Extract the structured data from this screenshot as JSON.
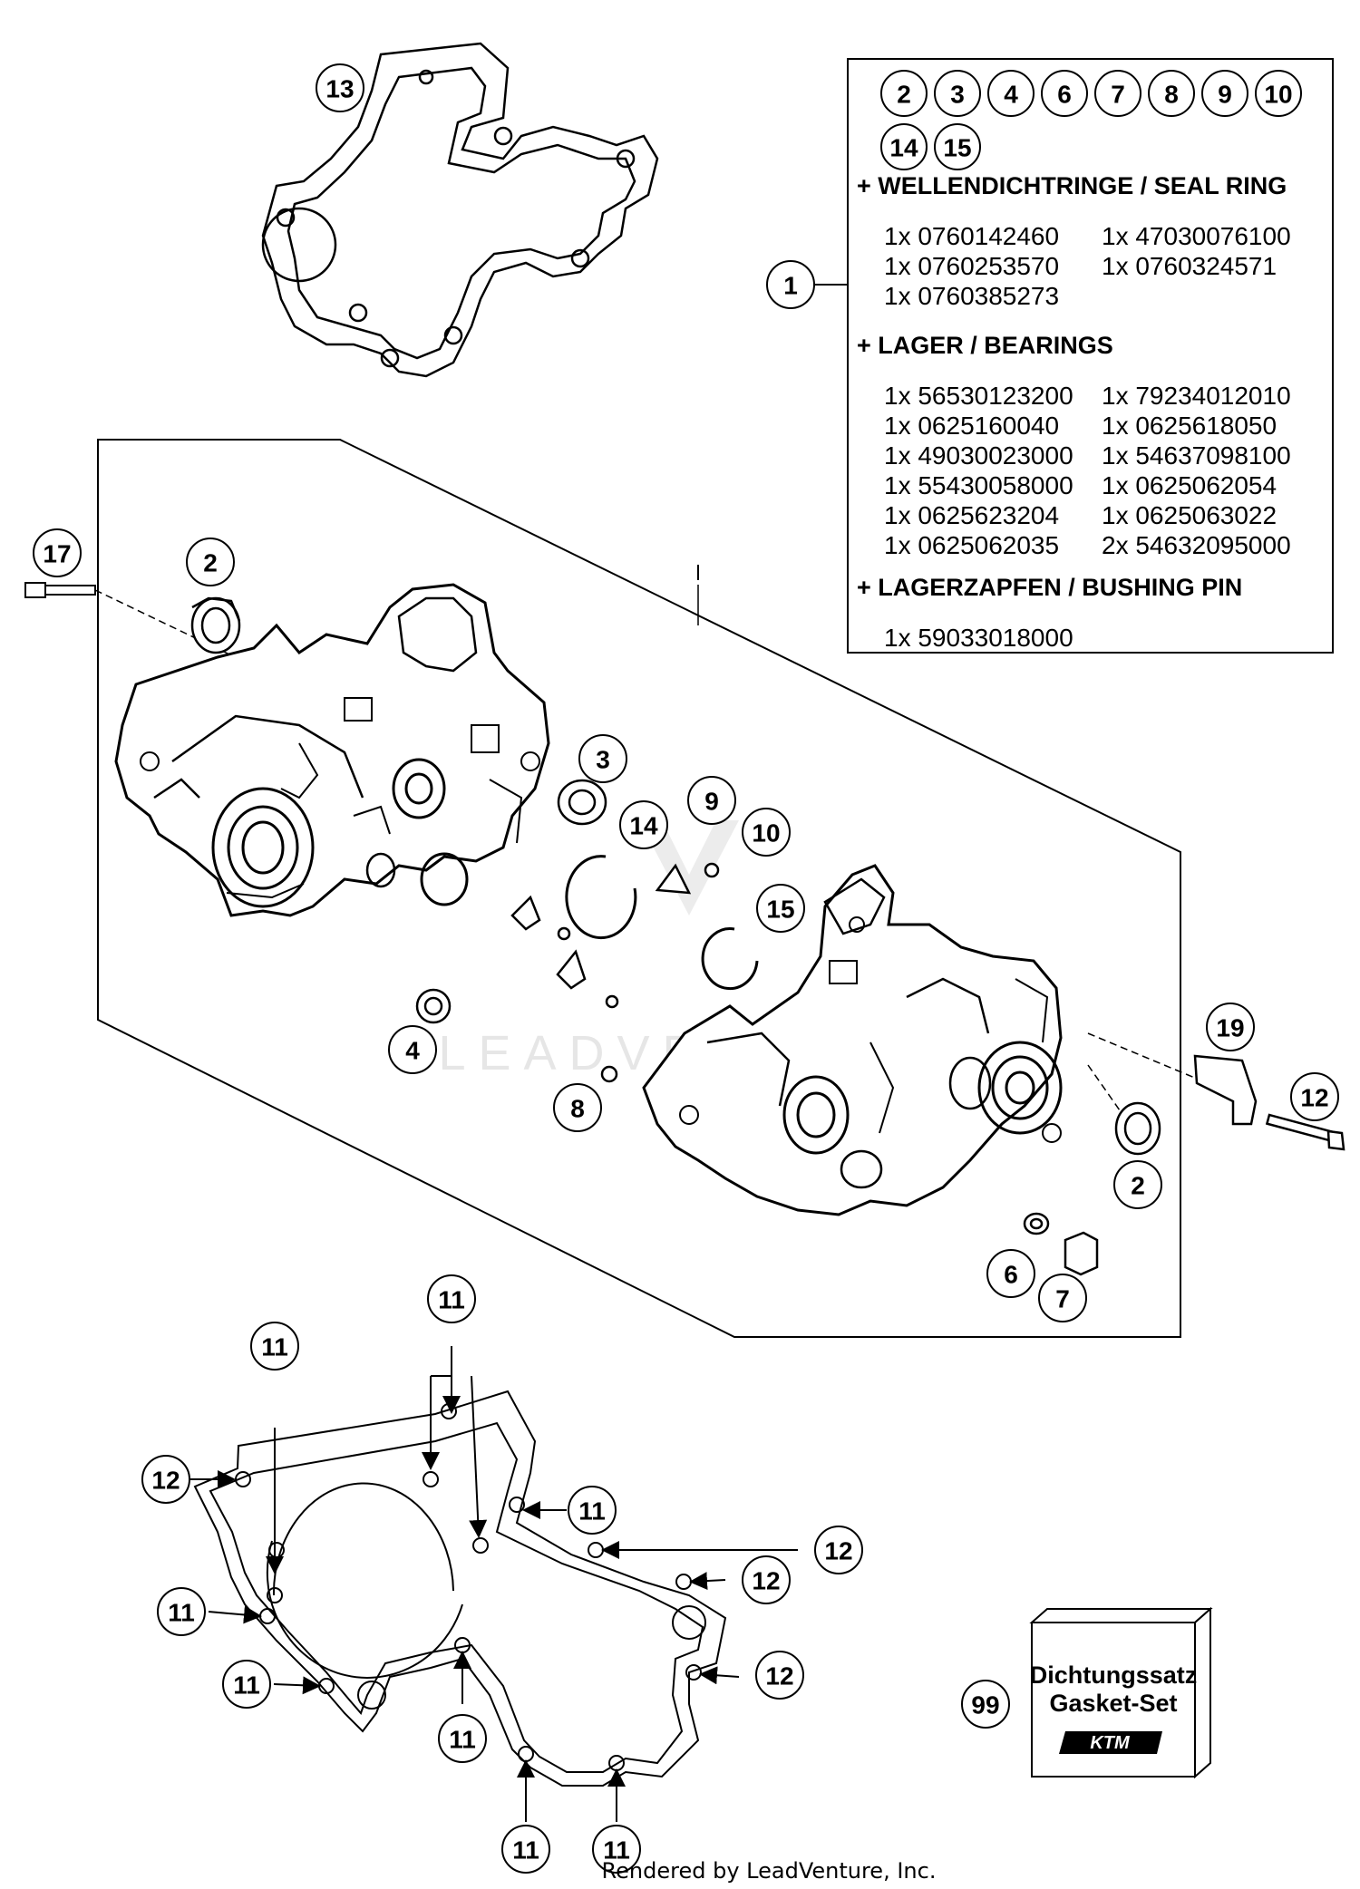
{
  "info_box": {
    "circled_numbers_row1": [
      "2",
      "3",
      "4",
      "6",
      "7",
      "8",
      "9",
      "10"
    ],
    "circled_numbers_row2": [
      "14",
      "15"
    ],
    "callout": "1",
    "sections": [
      {
        "heading": "+ WELLENDICHTRINGE / SEAL RING",
        "rows": [
          [
            "1x 0760142460",
            "1x 47030076100"
          ],
          [
            "1x 0760253570",
            "1x 0760324571"
          ],
          [
            "1x 0760385273",
            ""
          ]
        ]
      },
      {
        "heading": "+ LAGER / BEARINGS",
        "rows": [
          [
            "1x 56530123200",
            "1x 79234012010"
          ],
          [
            "1x 0625160040",
            "1x 0625618050"
          ],
          [
            "1x 49030023000",
            "1x 54637098100"
          ],
          [
            "1x 55430058000",
            "1x 0625062054"
          ],
          [
            "1x 0625623204",
            "1x 0625063022"
          ],
          [
            "1x 0625062035",
            "2x 54632095000"
          ]
        ]
      },
      {
        "heading": "+ LAGERZAPFEN / BUSHING PIN",
        "rows": [
          [
            "1x 59033018000",
            ""
          ]
        ]
      }
    ]
  },
  "callouts": {
    "c13": "13",
    "c1": "1",
    "c17": "17",
    "c2a": "2",
    "c3": "3",
    "c14": "14",
    "c9": "9",
    "c10": "10",
    "c15": "15",
    "c4": "4",
    "c8": "8",
    "c19": "19",
    "c12a": "12",
    "c2b": "2",
    "c6": "6",
    "c7": "7",
    "g11a": "11",
    "g11b": "11",
    "g12a": "12",
    "g11c": "11",
    "g12b": "12",
    "g12c": "12",
    "g11d": "11",
    "g12d": "12",
    "g11e": "11",
    "g11f": "11",
    "g11g": "11",
    "g11h": "11",
    "c99": "99"
  },
  "gasket_set": {
    "line1": "Dichtungssatz",
    "line2": "Gasket-Set",
    "logo": "KTM"
  },
  "watermark": "LEADVENTURE",
  "footer": "Rendered by LeadVenture, Inc."
}
